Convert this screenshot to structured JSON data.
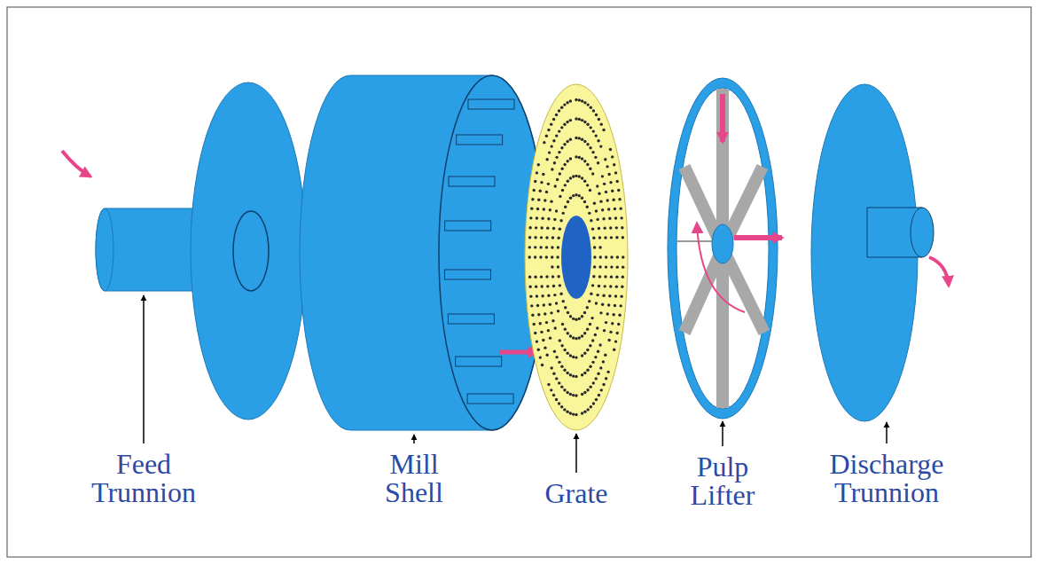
{
  "diagram": {
    "labels": [
      "Feed Trunnion",
      "Mill Shell",
      "Grate",
      "Pulp Lifter",
      "Discharge Trunnion"
    ]
  }
}
